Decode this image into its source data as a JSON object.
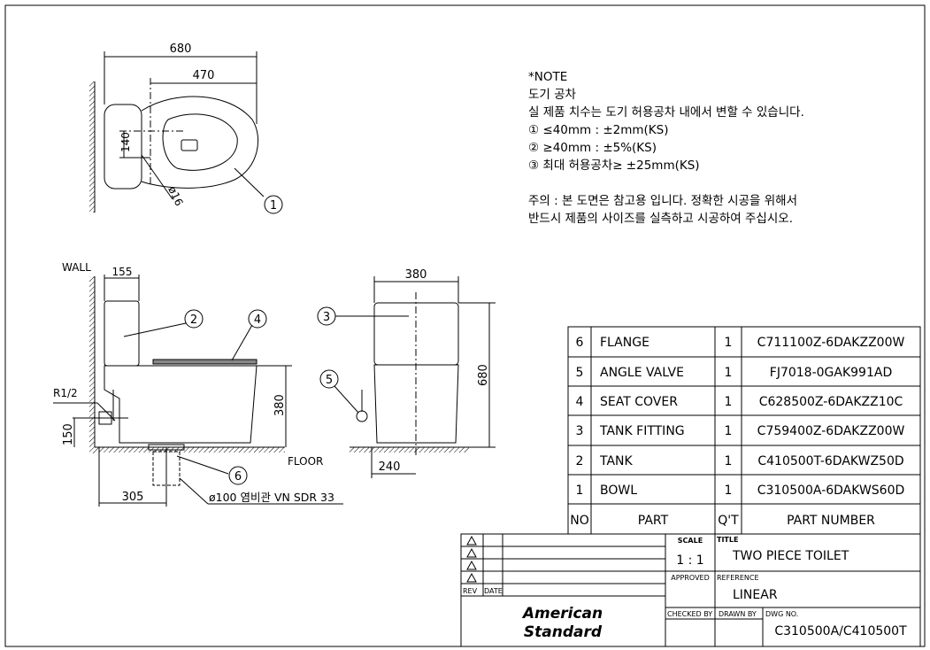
{
  "note": {
    "header": "*NOTE",
    "lines": [
      "도기 공차",
      "실 제품 치수는 도기 허용공차 내에서 변할 수 있습니다.",
      "① ≤40mm : ±2mm(KS)",
      "② ≥40mm : ±5%(KS)",
      "③ 최대 허용공차≥ ±25mm(KS)"
    ],
    "caution": [
      "주의 : 본 도면은 참고용 입니다. 정확한 시공을 위해서",
      "반드시 제품의 사이즈를 실측하고 시공하여 주십시오."
    ]
  },
  "top_view": {
    "dim_overall": "680",
    "dim_center": "470",
    "dim_width": "140",
    "dim_dia": "ø16",
    "callout": "1"
  },
  "side_view": {
    "wall_label": "WALL",
    "floor_label": "FLOOR",
    "dim_tank_depth": "155",
    "dim_height": "380",
    "dim_valve_height": "150",
    "dim_rough_in": "305",
    "thread_label": "R1/2",
    "pipe_label": "ø100 염비관 VN SDR 33",
    "callouts": [
      "2",
      "4",
      "6"
    ]
  },
  "front_view": {
    "dim_width": "380",
    "dim_height": "680",
    "dim_offset": "240",
    "callouts": [
      "3",
      "5"
    ]
  },
  "parts_table": {
    "headers": {
      "no": "NO",
      "part": "PART",
      "qty": "Q'T",
      "part_number": "PART NUMBER"
    },
    "rows": [
      {
        "no": "6",
        "part": "FLANGE",
        "qty": "1",
        "part_number": "C711100Z-6DAKZZ00W"
      },
      {
        "no": "5",
        "part": "ANGLE VALVE",
        "qty": "1",
        "part_number": "FJ7018-0GAK991AD"
      },
      {
        "no": "4",
        "part": "SEAT COVER",
        "qty": "1",
        "part_number": "C628500Z-6DAKZZ10C"
      },
      {
        "no": "3",
        "part": "TANK FITTING",
        "qty": "1",
        "part_number": "C759400Z-6DAKZZ00W"
      },
      {
        "no": "2",
        "part": "TANK",
        "qty": "1",
        "part_number": "C410500T-6DAKWZ50D"
      },
      {
        "no": "1",
        "part": "BOWL",
        "qty": "1",
        "part_number": "C310500A-6DAKWS60D"
      }
    ]
  },
  "title_block": {
    "rev_label": "REV",
    "date_label": "DATE",
    "scale_label": "SCALE",
    "scale_value": "1 : 1",
    "title_label": "TITLE",
    "title_value": "TWO PIECE TOILET",
    "approved_label": "APPROVED",
    "reference_label": "REFERENCE",
    "reference_value": "LINEAR",
    "checked_label": "CHECKED BY",
    "drawn_label": "DRAWN BY",
    "dwg_label": "DWG NO.",
    "dwg_value": "C310500A/C410500T",
    "logo": [
      "American",
      "Standard"
    ]
  }
}
